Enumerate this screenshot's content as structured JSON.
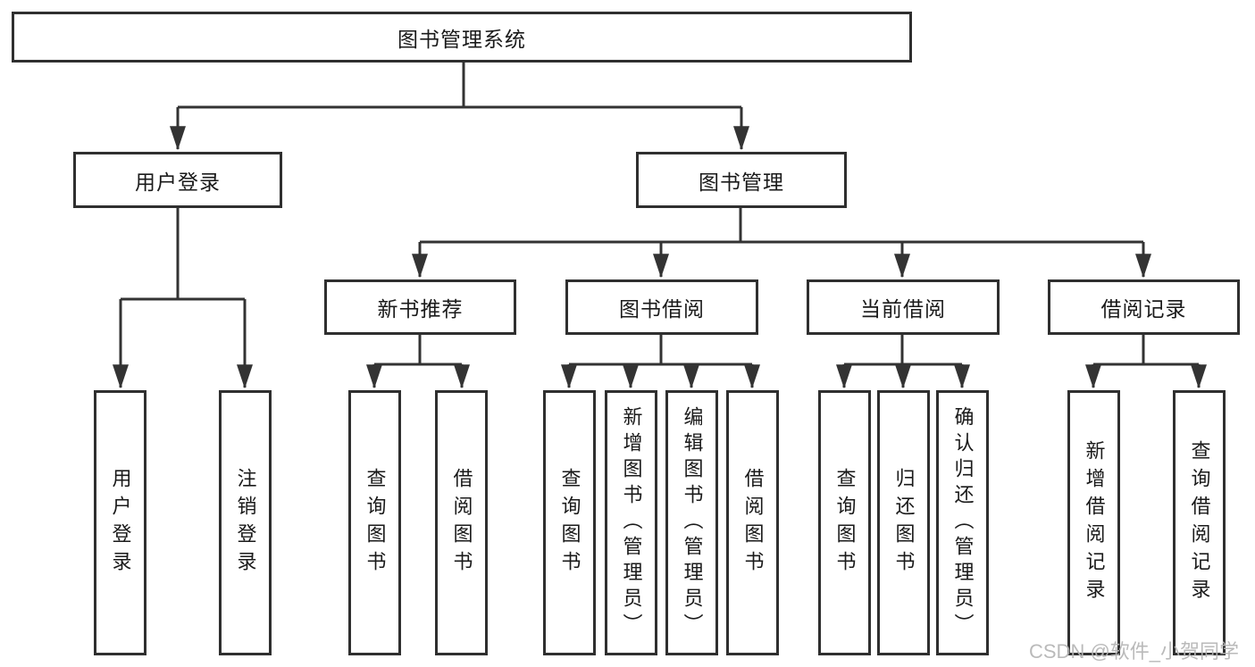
{
  "diagram": {
    "title": "图书管理系统",
    "colors": {
      "line": "#333333",
      "box_border": "#2f2f2f",
      "text": "#1a1a1a",
      "background": "#ffffff",
      "watermark": "#b5b5b5"
    },
    "nodes": {
      "root": {
        "label": "图书管理系统"
      },
      "userLoginBranch": {
        "label": "用户登录"
      },
      "bookManagementBranch": {
        "label": "图书管理"
      },
      "newBookRec": {
        "label": "新书推荐"
      },
      "bookBorrow": {
        "label": "图书借阅"
      },
      "currentBorrow": {
        "label": "当前借阅"
      },
      "borrowRecord": {
        "label": "借阅记录"
      },
      "leafUserLogin": {
        "label": "用户登录"
      },
      "leafLogout": {
        "label": "注销登录"
      },
      "leafRecQueryBook": {
        "label": "查询图书"
      },
      "leafRecBorrowBook": {
        "label": "借阅图书"
      },
      "leafBorrowQueryBook": {
        "label": "查询图书"
      },
      "leafBorrowAddBook": {
        "label": "新增图书（管理员）"
      },
      "leafBorrowEditBook": {
        "label": "编辑图书（管理员）"
      },
      "leafBorrowBorrowBook": {
        "label": "借阅图书"
      },
      "leafCurrentQueryBook": {
        "label": "查询图书"
      },
      "leafCurrentReturnBook": {
        "label": "归还图书"
      },
      "leafCurrentConfirmReturn": {
        "label": "确认归还（管理员）"
      },
      "leafRecordAdd": {
        "label": "新增借阅记录"
      },
      "leafRecordQuery": {
        "label": "查询借阅记录"
      }
    },
    "watermark": {
      "text": "CSDN @软件_小贺同学"
    }
  }
}
